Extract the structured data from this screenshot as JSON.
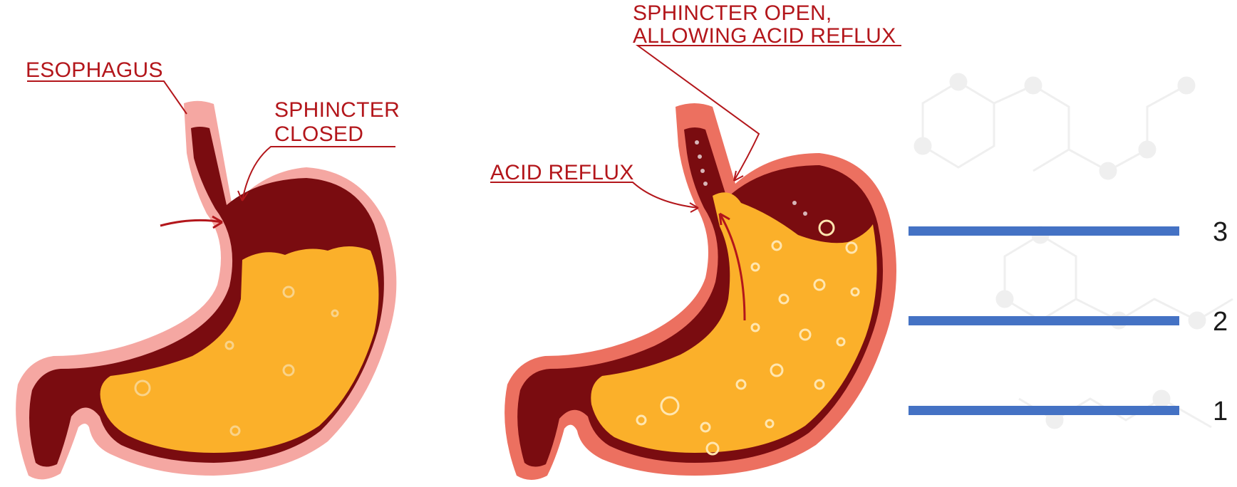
{
  "labels": {
    "esophagus": "ESOPHAGUS",
    "sphincter_closed_1": "SPHINCTER",
    "sphincter_closed_2": "CLOSED",
    "sphincter_open_1": "SPHINCTER OPEN,",
    "sphincter_open_2": "ALLOWING ACID REFLUX",
    "acid_reflux": "ACID REFLUX"
  },
  "level_markers": [
    "3",
    "2",
    "1"
  ],
  "colors": {
    "label_red": "#b3161b",
    "stomach_wall_left": "#f5a7a2",
    "stomach_wall_right": "#ec7060",
    "stomach_muscle": "#7a0c10",
    "acid_fill": "#fbb02a",
    "marker_blue": "#4472c4"
  }
}
